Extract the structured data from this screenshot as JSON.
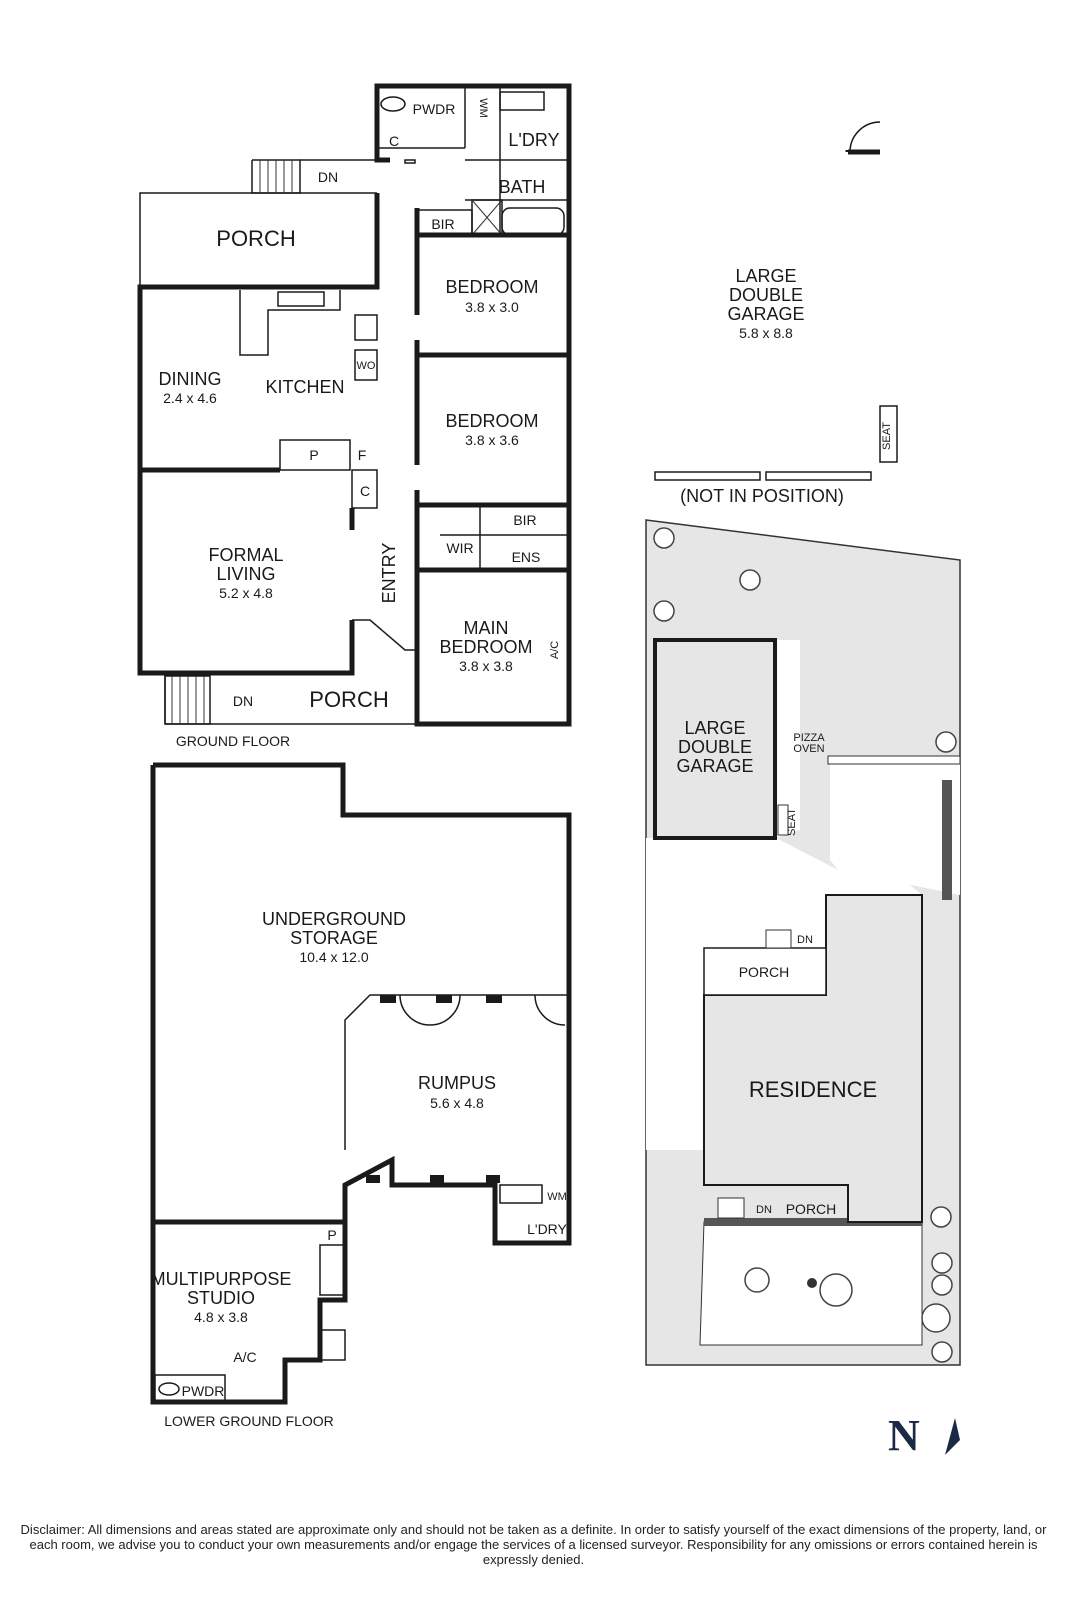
{
  "ground_floor": {
    "title": "GROUND FLOOR",
    "rooms": {
      "pwdr": "PWDR",
      "wm": "WM",
      "c_top": "C",
      "laundry": "L'DRY",
      "bath": "BATH",
      "bir_top": "BIR",
      "porch_top": "PORCH",
      "dn_top": "DN",
      "bedroom1": {
        "name": "BEDROOM",
        "dim": "3.8 x 3.0"
      },
      "bedroom2": {
        "name": "BEDROOM",
        "dim": "3.8 x 3.6"
      },
      "dining": {
        "name": "DINING",
        "dim": "2.4 x 4.6"
      },
      "kitchen": "KITCHEN",
      "wo": "WO",
      "p": "P",
      "f": "F",
      "c_mid": "C",
      "formal_living": {
        "name1": "FORMAL",
        "name2": "LIVING",
        "dim": "5.2 x 4.8"
      },
      "entry": "ENTRY",
      "bir_mid": "BIR",
      "wir": "WIR",
      "ens": "ENS",
      "main_bedroom": {
        "name1": "MAIN",
        "name2": "BEDROOM",
        "dim": "3.8 x 3.8"
      },
      "ac": "A/C",
      "porch_bottom": "PORCH",
      "dn_bottom": "DN"
    }
  },
  "garage_plan": {
    "name1": "LARGE",
    "name2": "DOUBLE",
    "name3": "GARAGE",
    "dim": "5.8 x 8.8",
    "seat": "SEAT",
    "note": "(NOT IN POSITION)"
  },
  "lower_ground_floor": {
    "title": "LOWER GROUND FLOOR",
    "storage": {
      "name1": "UNDERGROUND",
      "name2": "STORAGE",
      "dim": "10.4 x 12.0"
    },
    "rumpus": {
      "name": "RUMPUS",
      "dim": "5.6 x 4.8"
    },
    "wm": "WM",
    "laundry": "L'DRY",
    "p": "P",
    "studio": {
      "name1": "MULTIPURPOSE",
      "name2": "STUDIO",
      "dim": "4.8 x 3.8"
    },
    "ac": "A/C",
    "pwdr": "PWDR"
  },
  "site_plan": {
    "garage1": "LARGE",
    "garage2": "DOUBLE",
    "garage3": "GARAGE",
    "seat": "SEAT",
    "pizza1": "PIZZA",
    "pizza2": "OVEN",
    "porch_top": "PORCH",
    "dn_top": "DN",
    "residence": "RESIDENCE",
    "porch_bottom": "PORCH",
    "dn_bottom": "DN",
    "site_fill": "#e6e6e6"
  },
  "north": "N",
  "disclaimer": "Disclaimer: All dimensions and areas stated are approximate only and should not be taken as a definite. In order to satisfy yourself of the exact dimensions of the property, land, or each room, we advise you to conduct your own measurements and/or engage the services of a licensed surveyor. Responsibility for any omissions or errors contained herein is expressly denied."
}
